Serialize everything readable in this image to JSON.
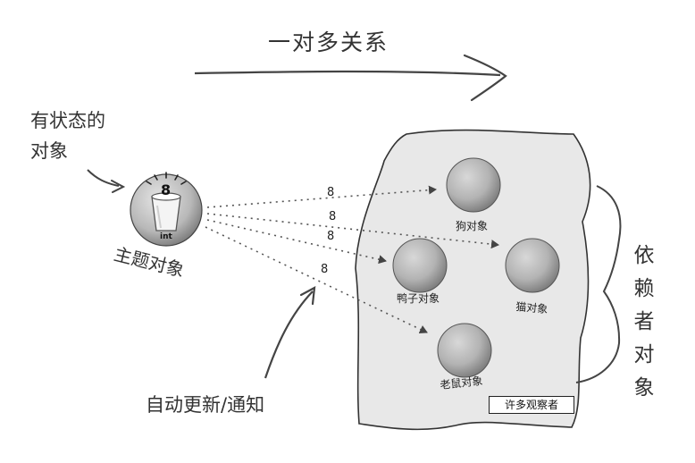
{
  "title": "一对多关系",
  "stateful_label": [
    "有状态的",
    "对象"
  ],
  "subject": {
    "name": "主题对象",
    "state_value": "8",
    "type_label": "int"
  },
  "notify_value": "8",
  "observers": [
    {
      "name": "狗对象"
    },
    {
      "name": "猫对象"
    },
    {
      "name": "鸭子对象"
    },
    {
      "name": "老鼠对象"
    }
  ],
  "update_label": "自动更新/通知",
  "dependents_label": [
    "依",
    "赖",
    "者",
    "对",
    "象"
  ],
  "many_observers_label": "许多观察者"
}
